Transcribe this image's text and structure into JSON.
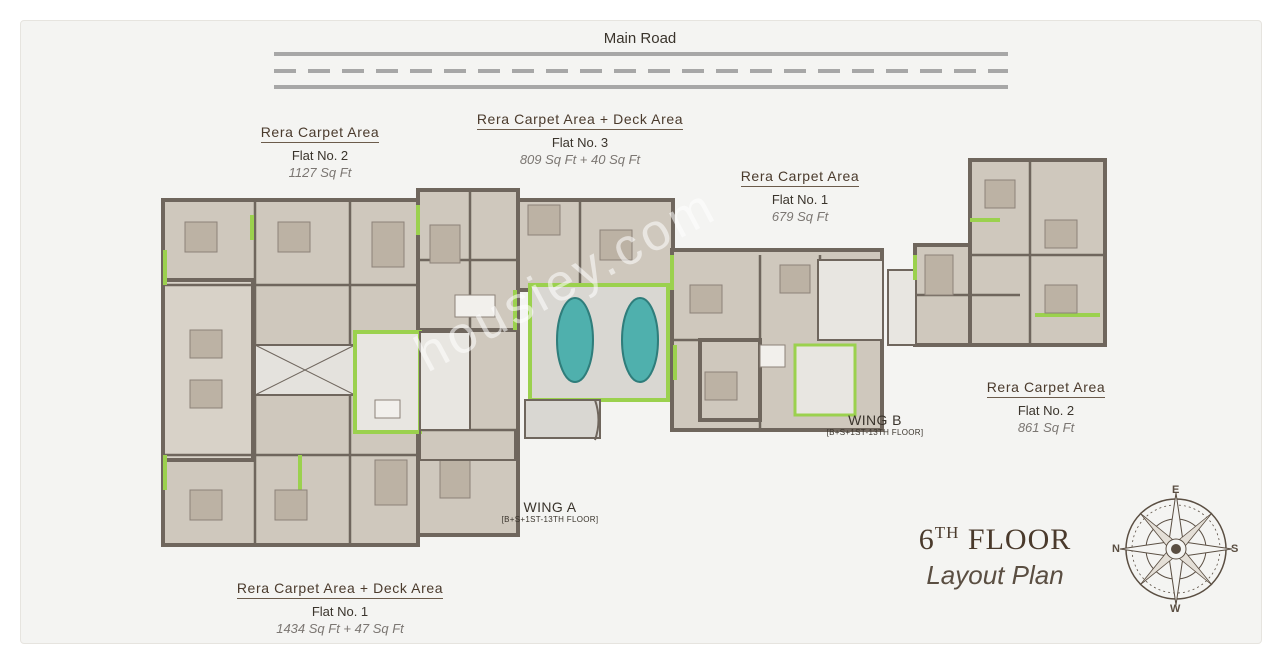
{
  "road": {
    "label": "Main Road"
  },
  "flats": {
    "wing_a_flat2": {
      "title": "Rera Carpet Area",
      "flat": "Flat No. 2",
      "area": "1127 Sq Ft"
    },
    "wing_a_flat3": {
      "title": "Rera Carpet Area + Deck Area",
      "flat": "Flat No. 3",
      "area": "809 Sq Ft + 40 Sq Ft"
    },
    "wing_b_flat1": {
      "title": "Rera Carpet Area",
      "flat": "Flat No. 1",
      "area": "679 Sq Ft"
    },
    "wing_b_flat2": {
      "title": "Rera Carpet Area",
      "flat": "Flat No. 2",
      "area": "861 Sq Ft"
    },
    "wing_a_flat1": {
      "title": "Rera Carpet Area + Deck Area",
      "flat": "Flat No. 1",
      "area": "1434 Sq Ft + 47 Sq Ft"
    }
  },
  "wings": {
    "a": {
      "name": "WING A",
      "floors": "[B+S+1ST-13TH FLOOR]"
    },
    "b": {
      "name": "WING B",
      "floors": "[B+S+1ST-13TH FLOOR]"
    }
  },
  "floor": {
    "number": "6",
    "suffix": "TH",
    "word": "FLOOR",
    "subtitle": "Layout Plan"
  },
  "compass": {
    "north": "N",
    "south": "S",
    "east": "E",
    "west": "W"
  },
  "watermark": "housiey.com",
  "colors": {
    "wall": "#6f665d",
    "floor": "#c9c1b5",
    "accent_green": "#9bd14e",
    "pool": "#4fb0ad",
    "text_brown": "#4a3a2c"
  }
}
